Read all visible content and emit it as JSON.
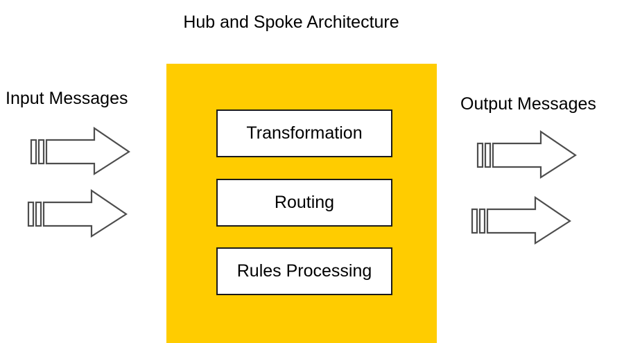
{
  "diagram": {
    "title": "Hub and Spoke Architecture",
    "background_color": "#ffffff",
    "hub": {
      "fill_color": "#ffcc00",
      "components": [
        {
          "label": "Transformation"
        },
        {
          "label": "Routing"
        },
        {
          "label": "Rules Processing"
        }
      ]
    },
    "labels": {
      "input": "Input Messages",
      "output": "Output Messages"
    },
    "arrows": {
      "outline_color": "#4d4d4d",
      "fill_color": "#ffffff",
      "input": [
        {
          "name": "input-arrow-1"
        },
        {
          "name": "input-arrow-2"
        }
      ],
      "output": [
        {
          "name": "output-arrow-1"
        },
        {
          "name": "output-arrow-2"
        }
      ]
    }
  }
}
